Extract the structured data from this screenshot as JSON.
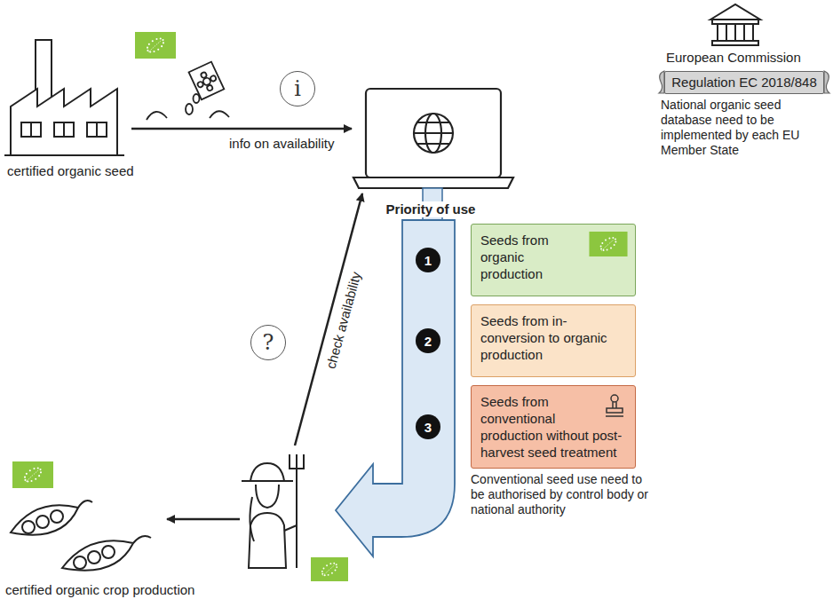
{
  "diagram": {
    "nodes": [
      {
        "text": [
          "i"
        ]
      },
      {
        "text": [
          "Regulation EC 2018/848"
        ]
      },
      {
        "text": [
          "1"
        ]
      },
      {
        "text": [
          "Seeds from organic production"
        ]
      },
      {
        "text": [
          "2"
        ]
      },
      {
        "text": [
          "Seeds from in-conversion to organic production"
        ]
      },
      {
        "text": [
          "3"
        ]
      },
      {
        "text": [
          "Seeds from conventional production without post-harvest seed treatment"
        ]
      },
      {
        "text": [
          "?"
        ]
      }
    ],
    "labels": [
      "certified organic seed",
      "info on availability",
      "European Commission",
      "National organic seed database need to be implemented by each EU Member State",
      "Priority of use",
      "Conventional seed use need to be authorised by control body or national authority",
      "check availability",
      "certified organic crop production"
    ]
  }
}
